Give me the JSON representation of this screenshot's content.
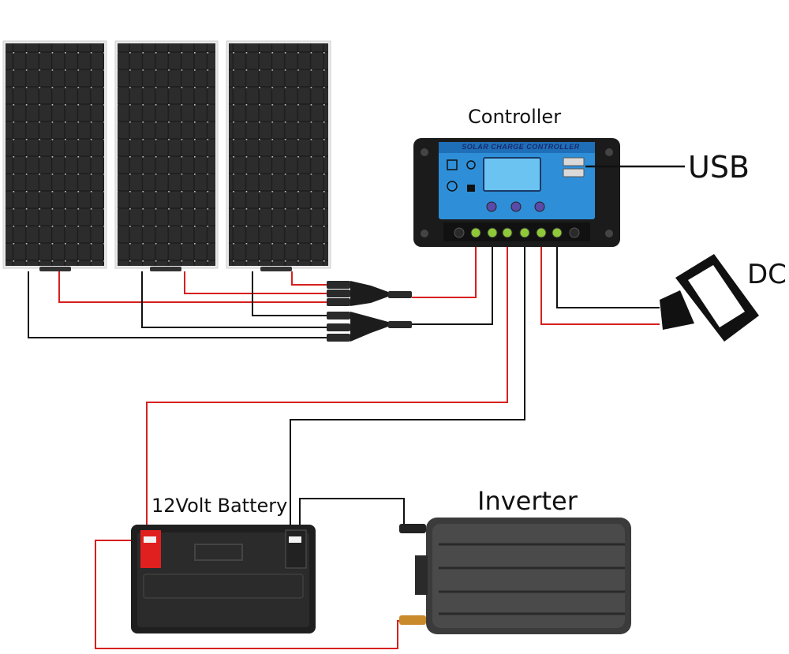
{
  "labels": {
    "controller": "Controller",
    "usb": "USB",
    "dc": "DC",
    "battery": "12Volt Battery",
    "inverter": "Inverter"
  },
  "controller": {
    "face_text": "SOLAR CHARGE CONTROLLER"
  },
  "components": {
    "panels": 3,
    "battery_terminals": [
      "positive",
      "negative"
    ]
  },
  "colors": {
    "positive_wire": "#d6201f",
    "negative_wire": "#111111",
    "controller_face": "#2e8fd8",
    "panel": "#2b2b2b",
    "battery_terminal_positive": "#e0201e"
  }
}
